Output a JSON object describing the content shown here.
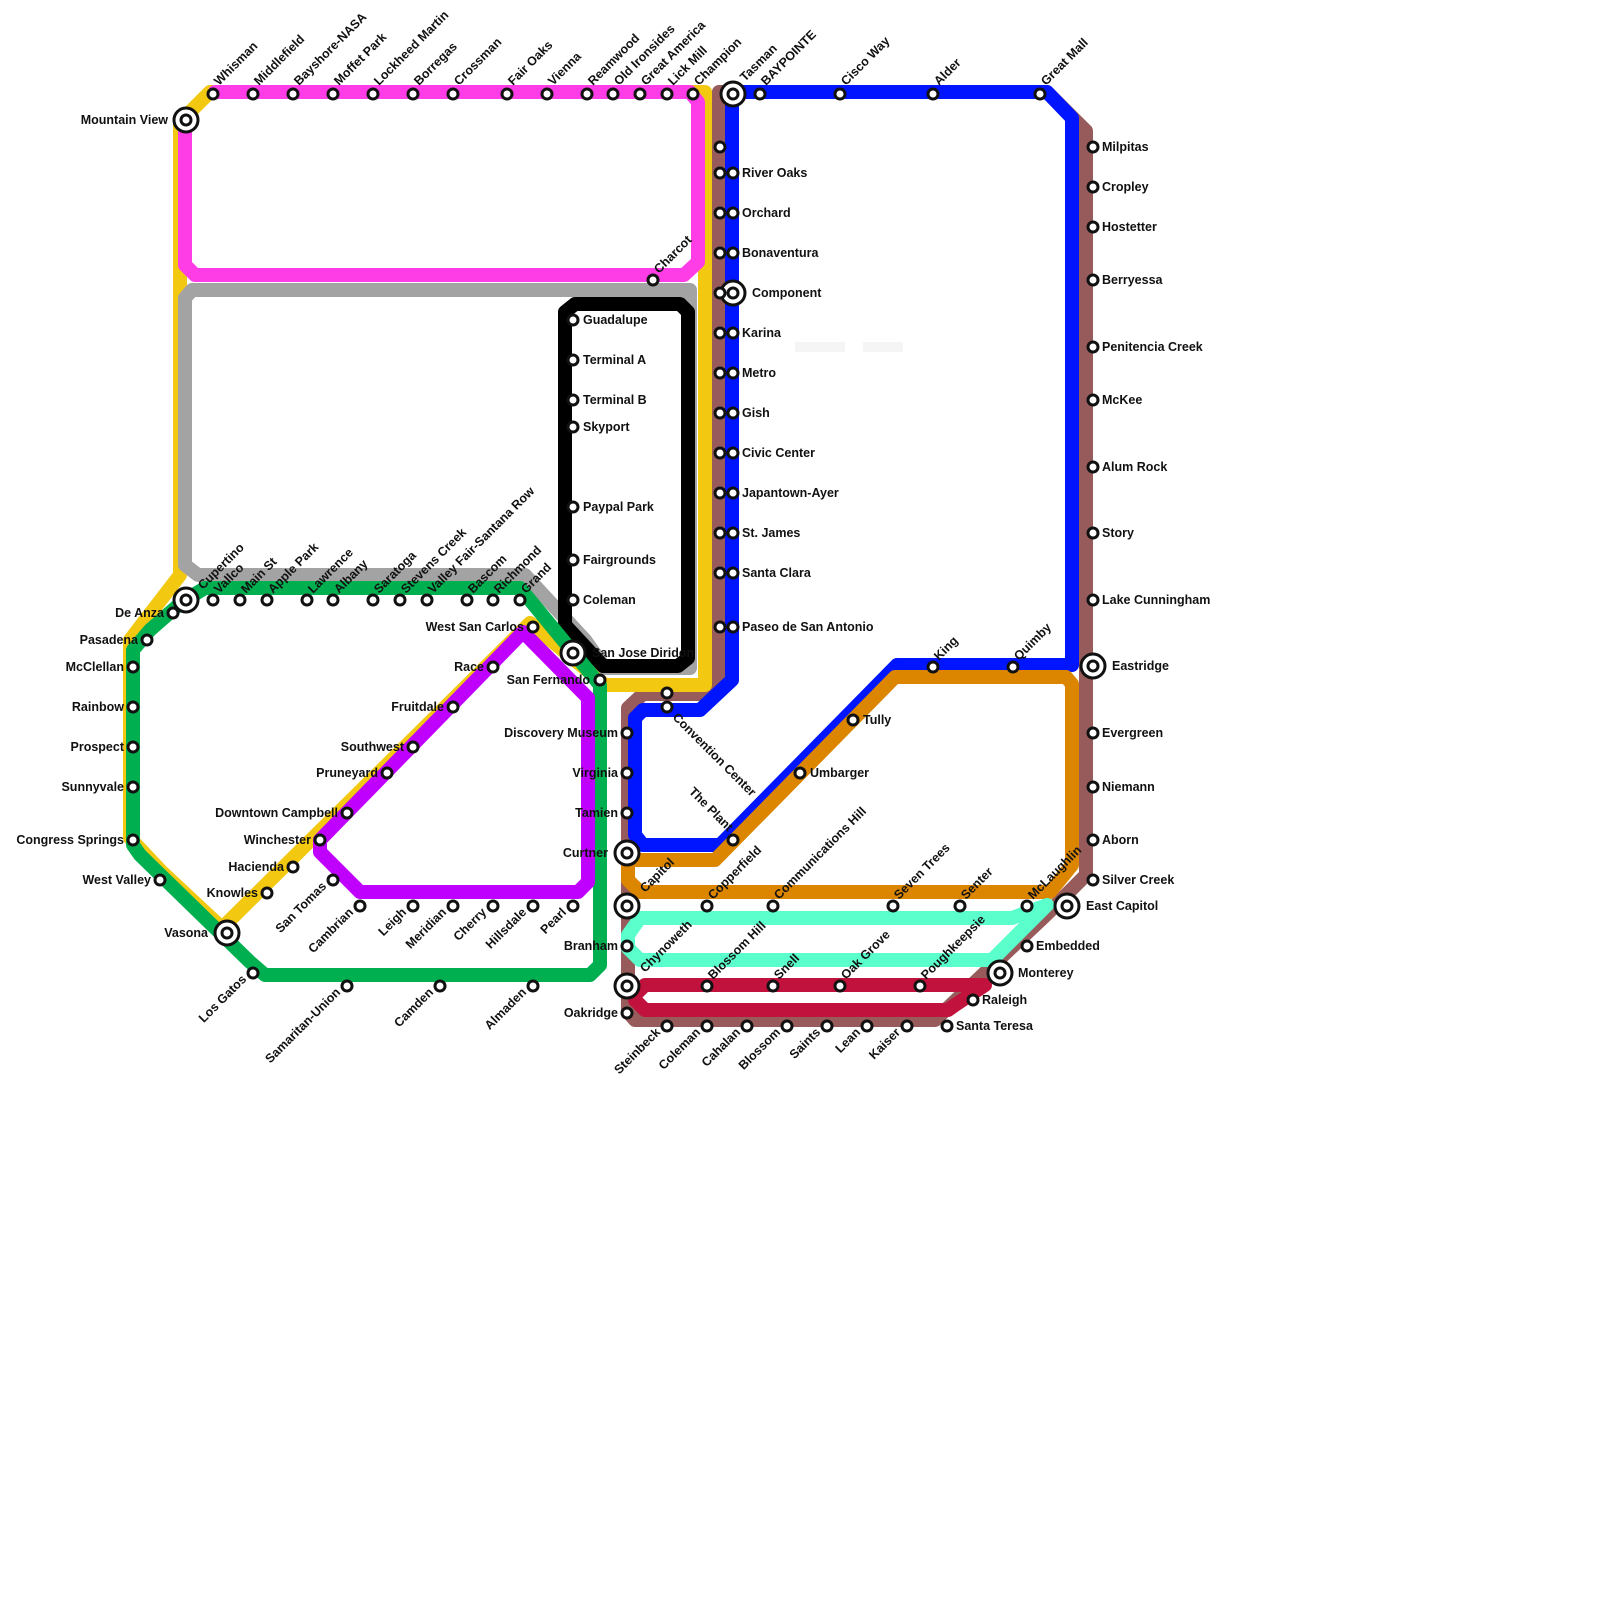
{
  "colors": {
    "yellow": "#f2c811",
    "magenta": "#ff3de6",
    "gray": "#a3a3a3",
    "green": "#00b050",
    "purple": "#bf00ff",
    "black": "#000000",
    "brown": "#975b5b",
    "blue": "#0015ff",
    "orange": "#dc8600",
    "mint": "#5affcc",
    "crimson": "#c0123c"
  },
  "stations": {
    "whisman": "Whisman",
    "middlefield": "Middlefield",
    "bayshore_nasa": "Bayshore-NASA",
    "moffet_park": "Moffet Park",
    "lockheed_martin": "Lockheed Martin",
    "borregas": "Borregas",
    "crossman": "Crossman",
    "fair_oaks": "Fair Oaks",
    "vienna": "Vienna",
    "reamwood": "Reamwood",
    "old_ironsides": "Old Ironsides",
    "great_america": "Great America",
    "lick_mill": "Lick Mill",
    "champion": "Champion",
    "tasman": "Tasman",
    "baypointe": "BAYPOINTE",
    "cisco_way": "Cisco Way",
    "alder": "Alder",
    "great_mall": "Great Mall",
    "mountain_view": "Mountain View",
    "milpitas": "Milpitas",
    "cropley": "Cropley",
    "hostetter": "Hostetter",
    "berryessa": "Berryessa",
    "penitencia_creek": "Penitencia Creek",
    "mckee": "McKee",
    "alum_rock": "Alum Rock",
    "story": "Story",
    "lake_cunningham": "Lake Cunningham",
    "eastridge": "Eastridge",
    "evergreen": "Evergreen",
    "niemann": "Niemann",
    "aborn": "Aborn",
    "silver_creek": "Silver Creek",
    "east_capitol": "East Capitol",
    "embedded": "Embedded",
    "monterey": "Monterey",
    "raleigh": "Raleigh",
    "santa_teresa": "Santa Teresa",
    "river_oaks": "River Oaks",
    "orchard": "Orchard",
    "bonaventura": "Bonaventura",
    "component": "Component",
    "karina": "Karina",
    "metro": "Metro",
    "gish": "Gish",
    "civic_center": "Civic Center",
    "japantown_ayer": "Japantown-Ayer",
    "st_james": "St. James",
    "santa_clara": "Santa Clara",
    "paseo_de_san_antonio": "Paseo de San Antonio",
    "charcot": "Charcot",
    "guadalupe": "Guadalupe",
    "terminal_a": "Terminal A",
    "terminal_b": "Terminal B",
    "skyport": "Skyport",
    "paypal_park": "Paypal Park",
    "fairgrounds": "Fairgrounds",
    "coleman_north": "Coleman",
    "san_jose_diridon": "San Jose Diridon",
    "san_fernando": "San Fernando",
    "convention_center": "Convention Center",
    "cupertino": "Cupertino",
    "vallco": "Vallco",
    "main_st": "Main St",
    "apple_park": "Apple Park",
    "lawrence": "Lawrence",
    "albany": "Albany",
    "saratoga": "Saratoga",
    "stevens_creek": "Stevens Creek",
    "valley_fair": "Valley Fair-Santana Row",
    "bascom": "Bascom",
    "richmond": "Richmond",
    "grand": "Grand",
    "west_san_carlos": "West San Carlos",
    "de_anza": "De Anza",
    "pasadena": "Pasadena",
    "mcclellan": "McClellan",
    "rainbow": "Rainbow",
    "prospect": "Prospect",
    "sunnyvale": "Sunnyvale",
    "congress_springs": "Congress Springs",
    "west_valley": "West Valley",
    "vasona": "Vasona",
    "los_gatos": "Los Gatos",
    "samaritan_union": "Samaritan-Union",
    "camden": "Camden",
    "almaden": "Almaden",
    "race": "Race",
    "fruitdale": "Fruitdale",
    "southwest": "Southwest",
    "pruneyard": "Pruneyard",
    "downtown_campbell": "Downtown Campbell",
    "winchester": "Winchester",
    "hacienda": "Hacienda",
    "knowles": "Knowles",
    "san_tomas": "San Tomas",
    "cambrian": "Cambrian",
    "leigh": "Leigh",
    "meridian": "Meridian",
    "cherry": "Cherry",
    "hillsdale": "Hillsdale",
    "pearl": "Pearl",
    "discovery_museum": "Discovery Museum",
    "virginia": "Virginia",
    "tamien": "Tamien",
    "curtner": "Curtner",
    "capitol": "Capitol",
    "branham": "Branham",
    "chynoweth": "Chynoweth",
    "oakridge": "Oakridge",
    "the_plant": "The Plant",
    "umbarger": "Umbarger",
    "tully": "Tully",
    "king": "King",
    "quimby": "Quimby",
    "copperfield": "Copperfield",
    "communications_hill": "Communications Hill",
    "seven_trees": "Seven Trees",
    "senter": "Senter",
    "mclaughlin": "McLaughlin",
    "blossom_hill": "Blossom Hill",
    "snell": "Snell",
    "oak_grove": "Oak Grove",
    "poughkeepsie": "Poughkeepsie",
    "steinbeck": "Steinbeck",
    "coleman_south": "Coleman",
    "cahalan": "Cahalan",
    "blossom": "Blossom",
    "saints": "Saints",
    "lean": "Lean",
    "kaiser": "Kaiser"
  }
}
